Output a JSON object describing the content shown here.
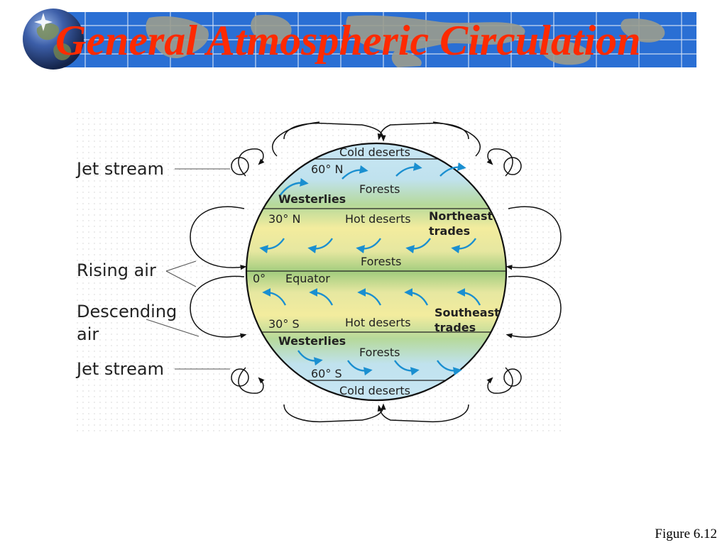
{
  "header": {
    "title": "General Atmospheric Circulation",
    "logo_icon": "globe-icon",
    "banner_color": "#2266cc",
    "title_color": "#ff2a00"
  },
  "diagram": {
    "left_labels": {
      "jet_stream_top": "Jet stream",
      "rising_air": "Rising air",
      "descending_air_line1": "Descending",
      "descending_air_line2": "air",
      "jet_stream_bottom": "Jet stream"
    },
    "zones": {
      "cold_deserts_north": "Cold deserts",
      "lat_60n": "60° N",
      "forests_north": "Forests",
      "westerlies_north": "Westerlies",
      "lat_30n": "30° N",
      "hot_deserts_north": "Hot deserts",
      "northeast_trades_line1": "Northeast",
      "northeast_trades_line2": "trades",
      "forests_equator": "Forests",
      "lat_0": "0°",
      "equator": "Equator",
      "southeast_trades_line1": "Southeast",
      "southeast_trades_line2": "trades",
      "lat_30s": "30° S",
      "hot_deserts_south": "Hot deserts",
      "westerlies_south": "Westerlies",
      "forests_south": "Forests",
      "lat_60s": "60° S",
      "cold_deserts_south": "Cold deserts"
    },
    "colors": {
      "wind_arrow": "#1a8fd0",
      "cold": "#bfe0f0",
      "forest": "#a8d08a",
      "desert": "#f4ee9c"
    }
  },
  "footer": {
    "figure_caption": "Figure  6.12"
  }
}
